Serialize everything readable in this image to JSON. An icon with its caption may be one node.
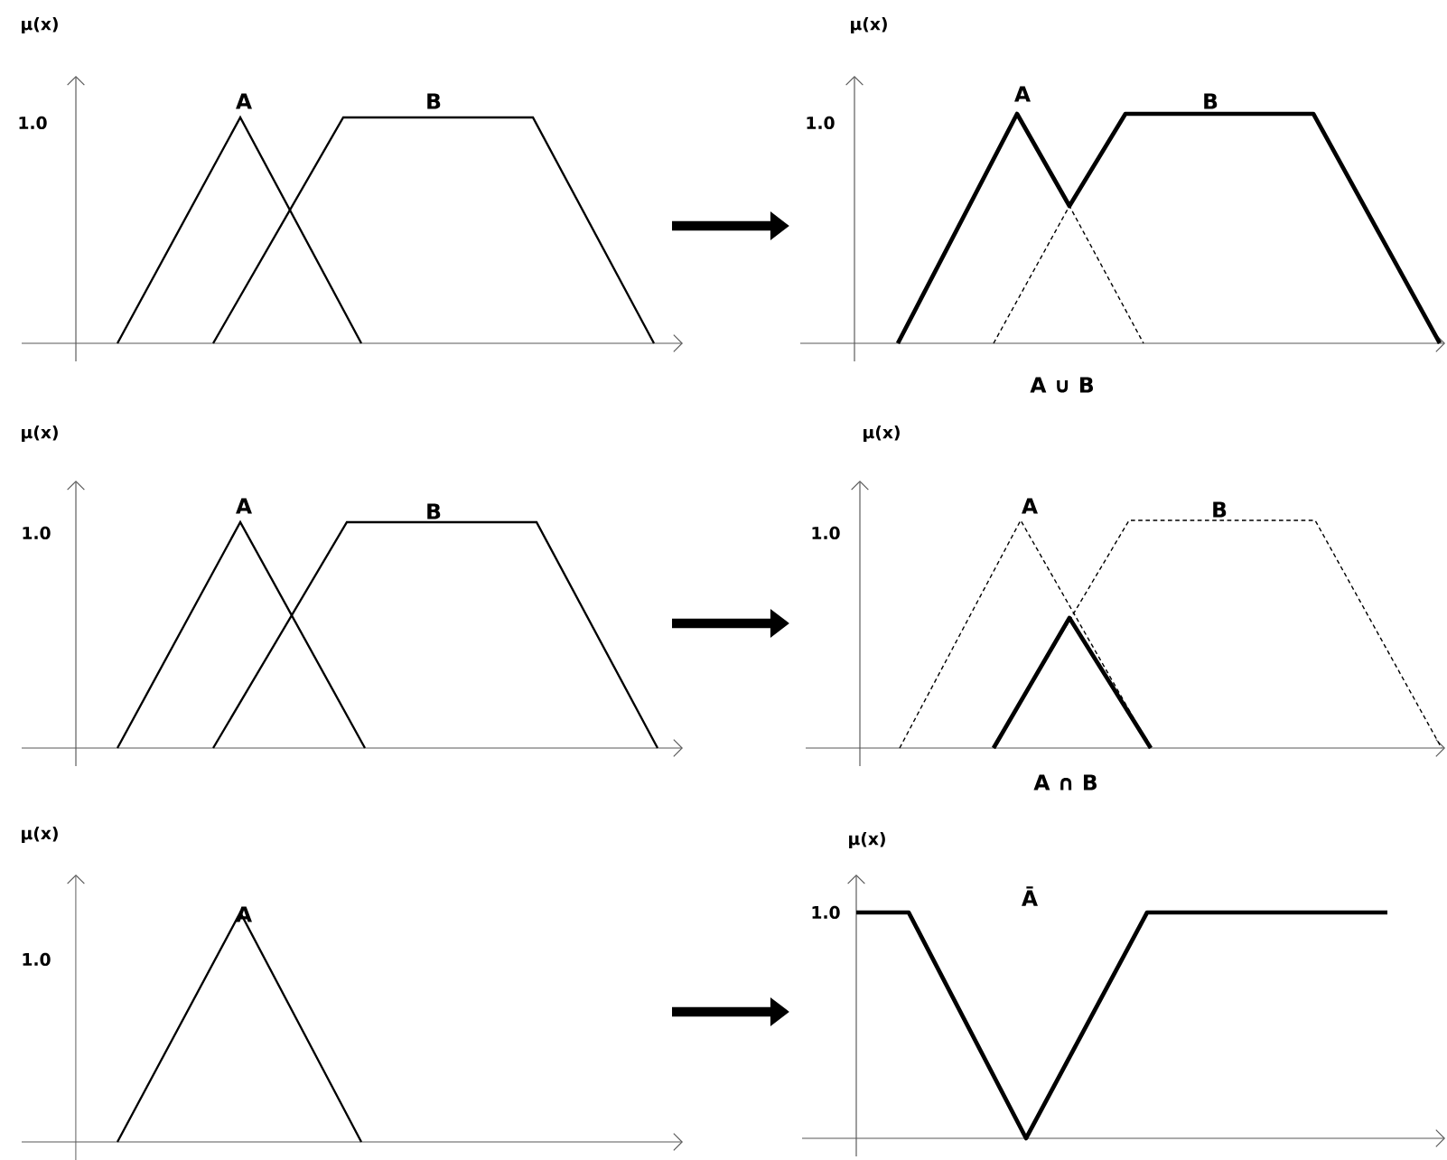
{
  "diagram": {
    "labels": [
      "μ(x)",
      "μ(x)",
      "A",
      "B",
      "A",
      "B",
      "1.0",
      "1.0",
      "A ∪ B",
      "μ(x)",
      "μ(x)",
      "A",
      "B",
      "A",
      "B",
      "1.0",
      "1.0",
      "A ∩ B",
      "μ(x)",
      "μ(x)",
      "A",
      "Ā",
      "1.0",
      "1.0"
    ]
  }
}
